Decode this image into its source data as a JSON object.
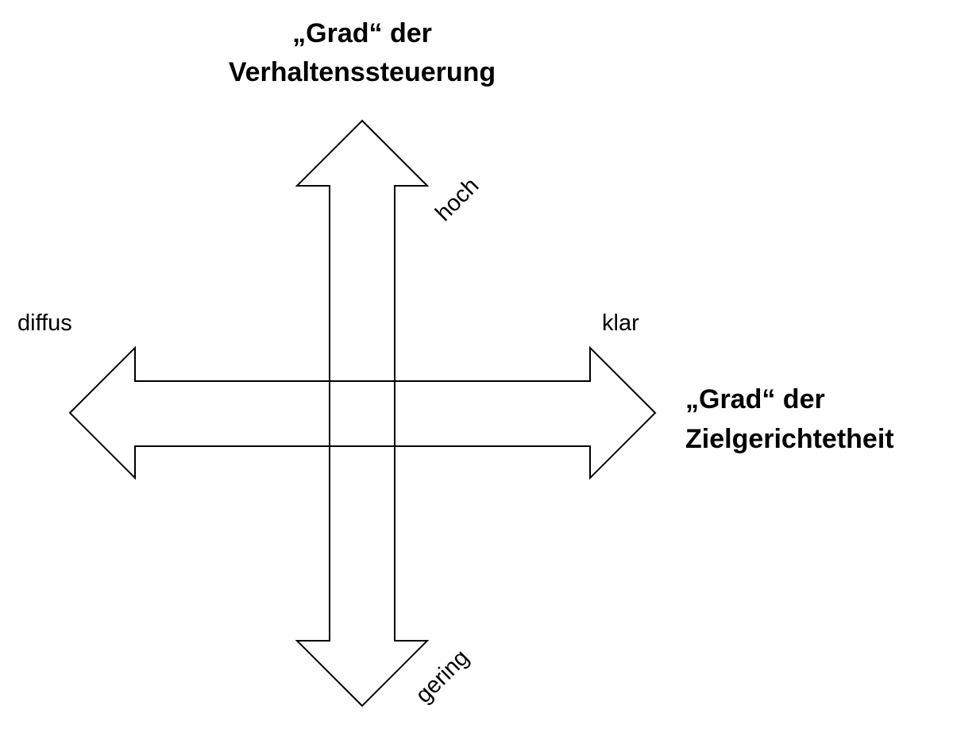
{
  "vertical_axis": {
    "title_line1": "„Grad“ der",
    "title_line2": "Verhaltenssteuerung",
    "high_label": "hoch",
    "low_label": "gering"
  },
  "horizontal_axis": {
    "title_line1": "„Grad“ der",
    "title_line2": "Zielgerichtetheit",
    "left_label": "diffus",
    "right_label": "klar"
  },
  "colors": {
    "stroke": "#000000",
    "fill": "#ffffff",
    "text": "#000000"
  }
}
